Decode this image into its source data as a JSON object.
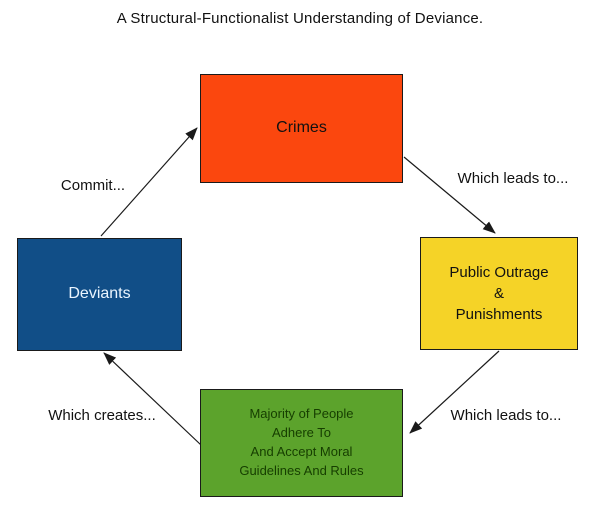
{
  "title": "A Structural-Functionalist Understanding of Deviance.",
  "colors": {
    "crimes_box": "#fb470e",
    "deviants_box": "#114e87",
    "outrage_box": "#f5d327",
    "majority_box": "#5ca32c",
    "majority_text": "#163e00",
    "deviants_text": "#eaf5ff",
    "line_and_text": "#111111",
    "background": "#ffffff"
  },
  "nodes": {
    "crimes": {
      "label": "Crimes"
    },
    "deviants": {
      "label": "Deviants"
    },
    "outrage": {
      "lines": [
        "Public Outrage",
        "&",
        "Punishments"
      ]
    },
    "majority": {
      "lines": [
        "Majority of People",
        "Adhere To",
        "And Accept Moral",
        "Guidelines And Rules"
      ]
    }
  },
  "edges": {
    "commit": {
      "label": "Commit...",
      "from": "Deviants",
      "to": "Crimes"
    },
    "leads_top": {
      "label": "Which leads to...",
      "from": "Crimes",
      "to": "Public Outrage & Punishments"
    },
    "leads_bottom": {
      "label": "Which leads to...",
      "from": "Public Outrage & Punishments",
      "to": "Majority of People Adhere To And Accept Moral Guidelines And Rules"
    },
    "creates": {
      "label": "Which creates...",
      "from": "Majority of People Adhere To And Accept Moral Guidelines And Rules",
      "to": "Deviants"
    }
  }
}
